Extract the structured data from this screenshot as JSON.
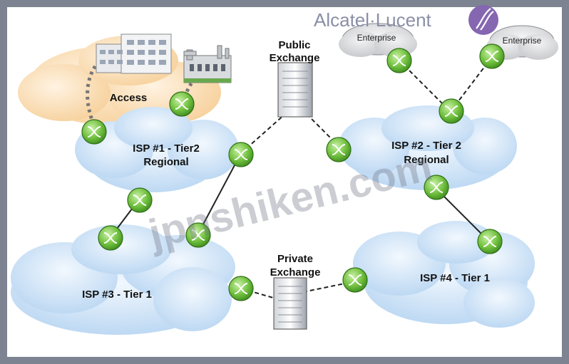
{
  "brand": {
    "text": "Alcatel·Lucent"
  },
  "watermark": {
    "text": "jpnshiken.com"
  },
  "labels": {
    "access": "Access",
    "isp1": [
      "ISP #1 - Tier2",
      "Regional"
    ],
    "isp2": [
      "ISP #2 - Tier 2",
      "Regional"
    ],
    "isp3": "ISP #3 - Tier 1",
    "isp4": "ISP #4 - Tier 1",
    "public_exchange": [
      "Public",
      "Exchange"
    ],
    "private_exchange": [
      "Private",
      "Exchange"
    ],
    "enterprise_left": "Enterprise",
    "enterprise_right": "Enterprise"
  },
  "colors": {
    "frame": "#7d8391",
    "cloud_blue": "#cfe3f6",
    "cloud_orange": "#f9ddb6",
    "cloud_gray": "#d8d9dc",
    "router_green": "#6fbf3d",
    "logo_purple": "#8566b0"
  }
}
